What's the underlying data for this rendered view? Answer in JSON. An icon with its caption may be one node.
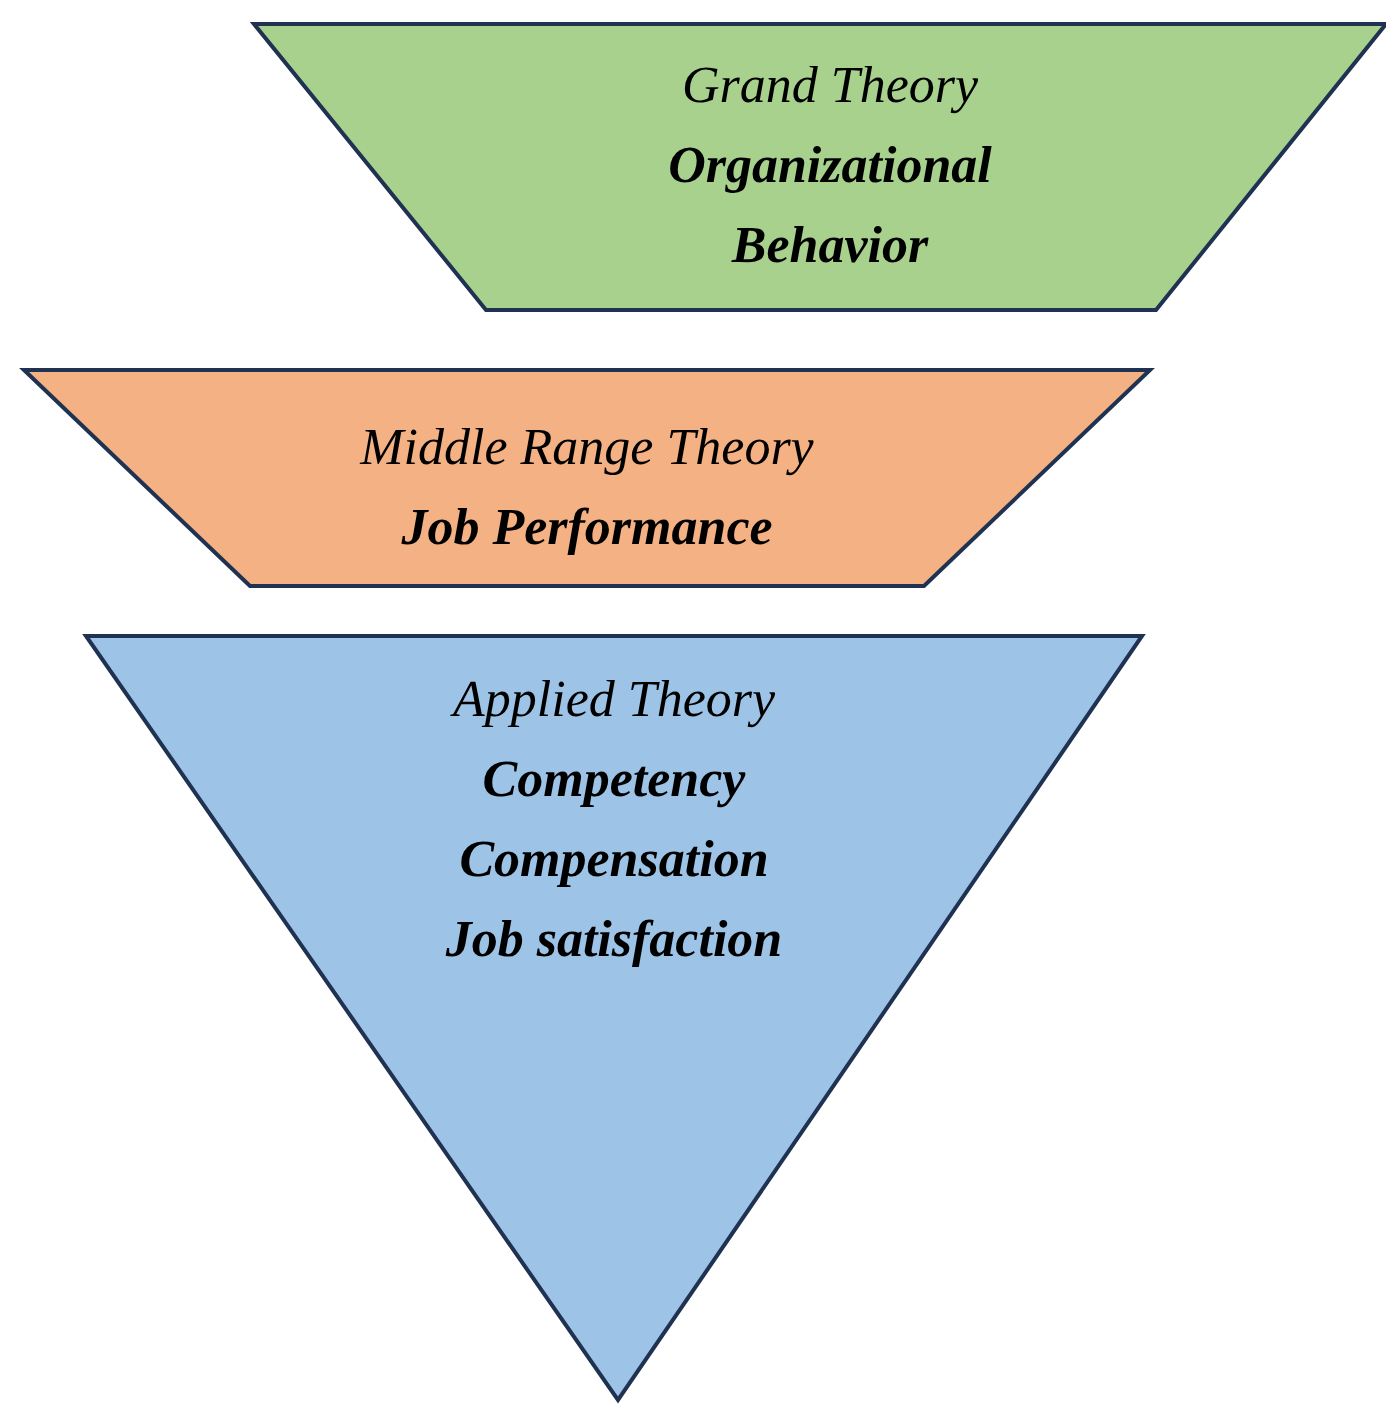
{
  "diagram": {
    "nodes": [
      {
        "text": [
          "Grand Theory",
          "Organizational Behavior"
        ]
      },
      {
        "text": [
          "Middle Range Theory",
          "Job Performance"
        ]
      },
      {
        "text": [
          "Applied Theory",
          "Competency",
          "Compensation",
          "Job satisfaction"
        ]
      }
    ]
  }
}
